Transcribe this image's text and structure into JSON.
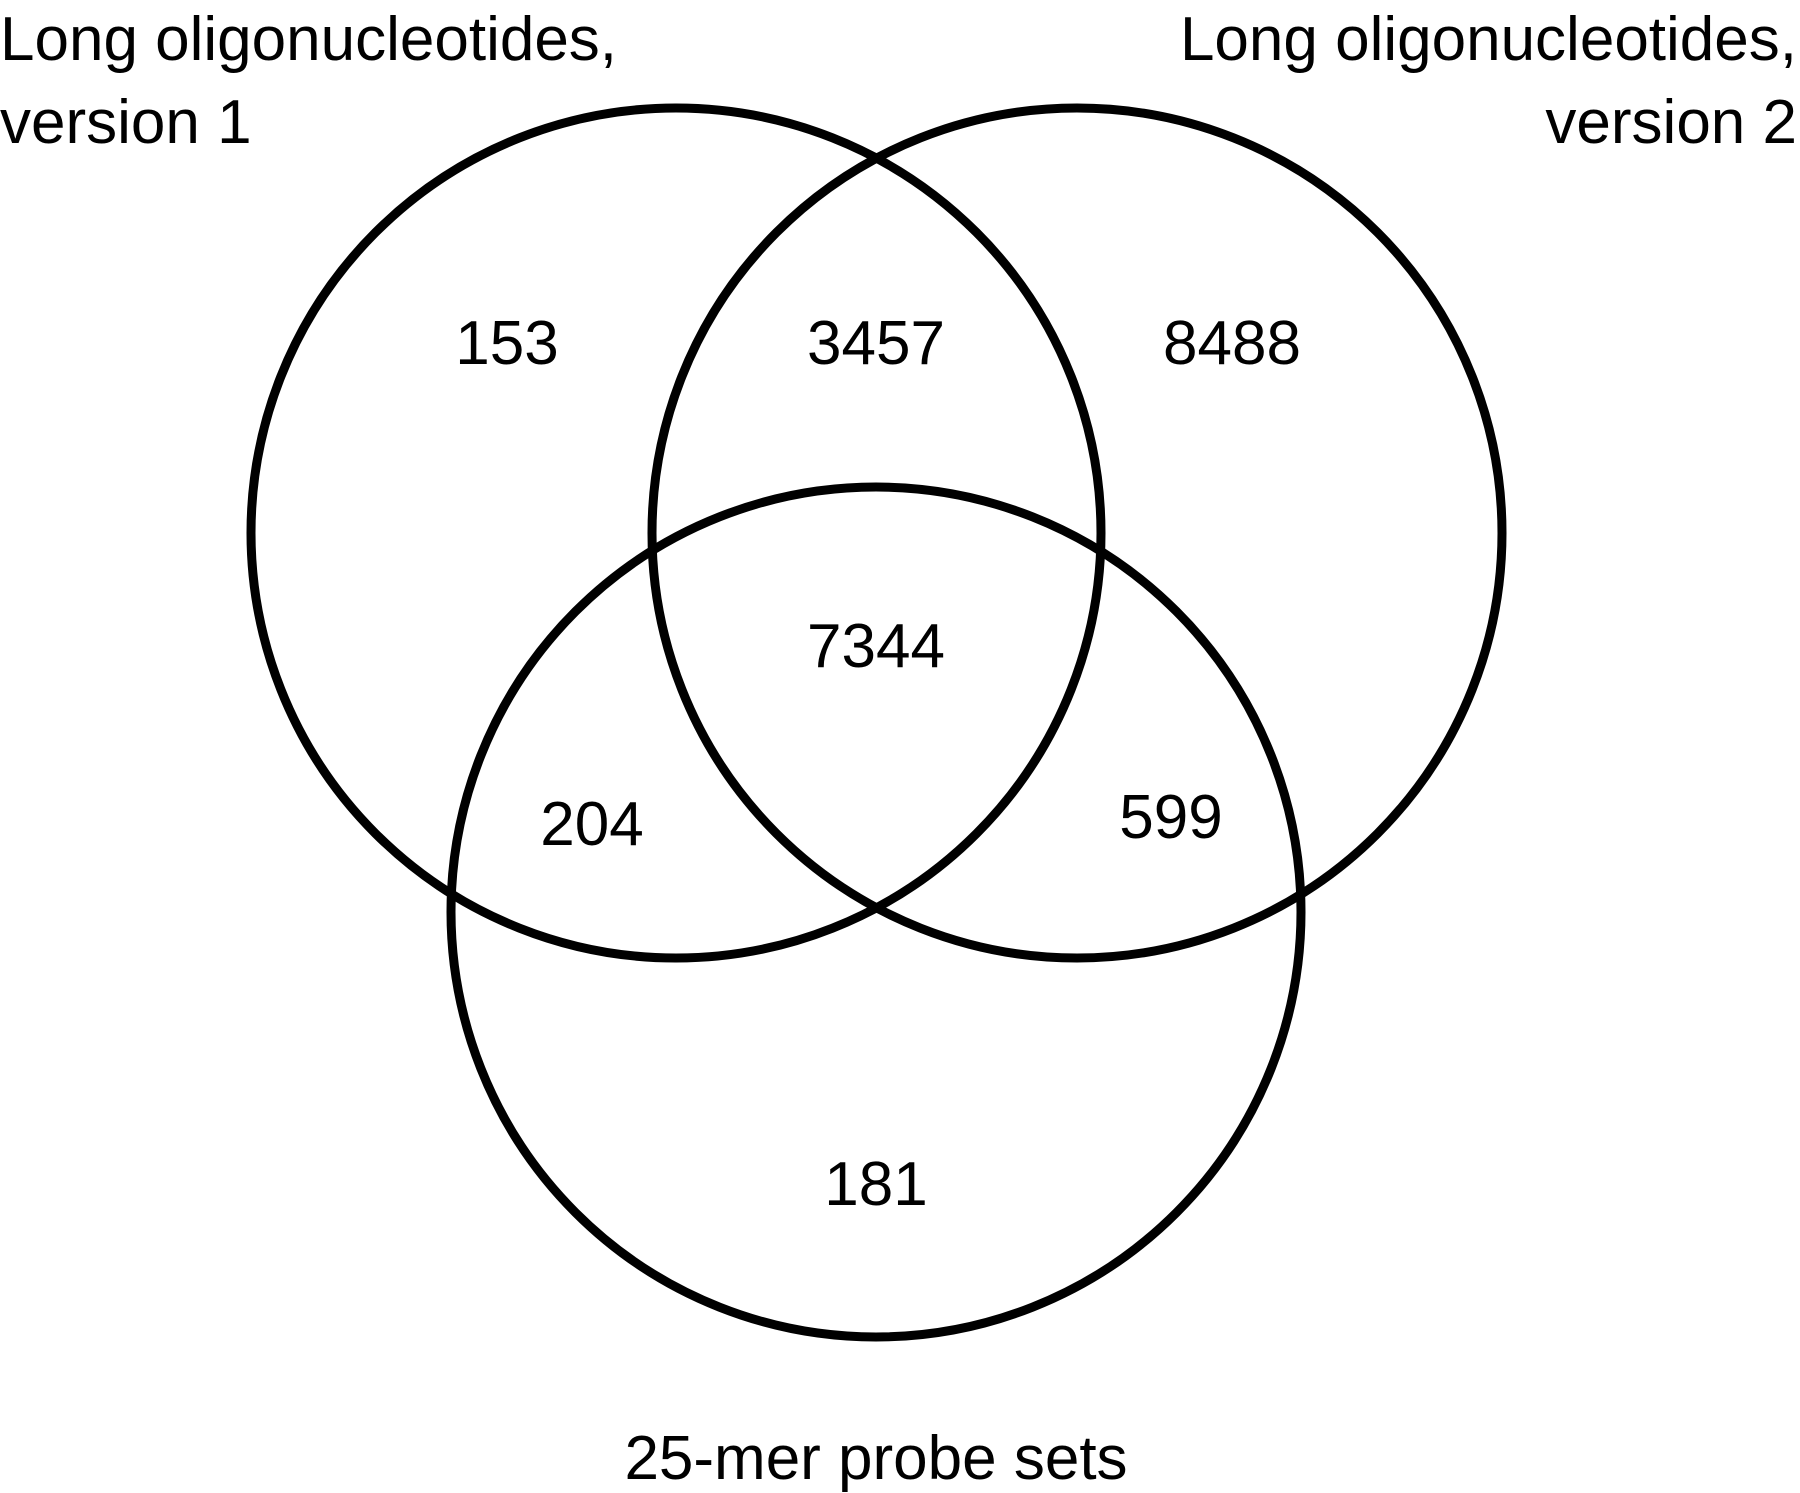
{
  "sets": {
    "v1": {
      "label_line1": "Long oligonucleotides,",
      "label_line2": "version 1"
    },
    "v2": {
      "label_line1": "Long oligonucleotides,",
      "label_line2": "version 2"
    },
    "probes": {
      "label": "25-mer probe sets"
    }
  },
  "regions": {
    "v1_only": "153",
    "v1_v2": "3457",
    "v2_only": "8488",
    "all_three": "7344",
    "v1_probes": "204",
    "v2_probes": "599",
    "probes_only": "181"
  }
}
